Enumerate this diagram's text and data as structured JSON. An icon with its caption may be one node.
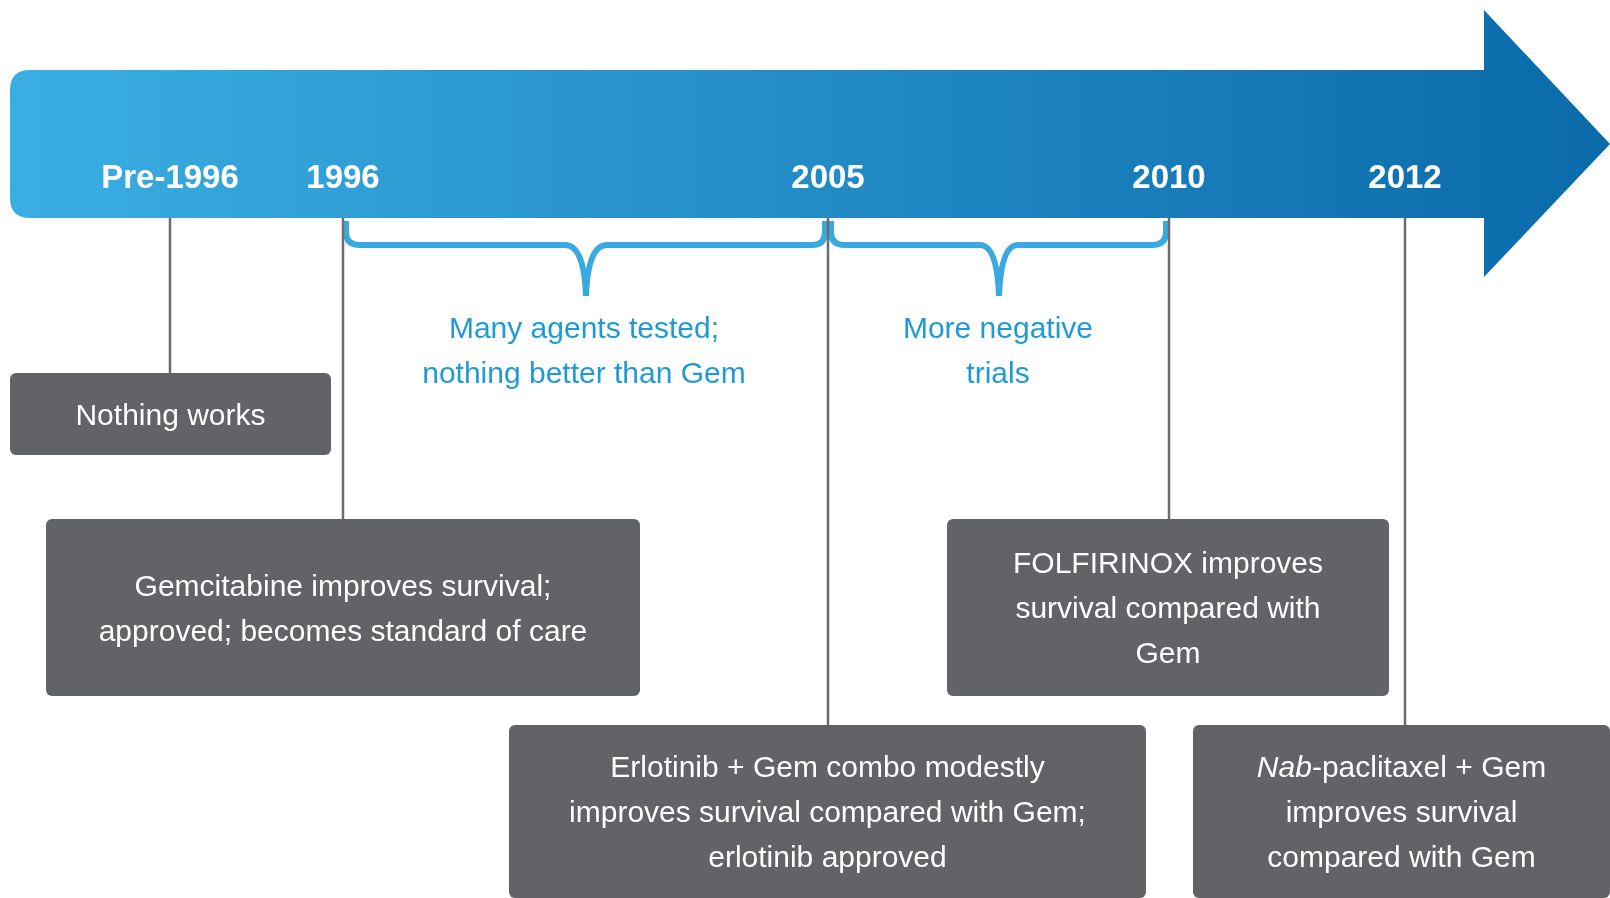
{
  "diagram": {
    "nodes": [
      {
        "text": [
          "Pre-1996"
        ]
      },
      {
        "text": [
          "1996"
        ]
      },
      {
        "text": [
          "2005"
        ]
      },
      {
        "text": [
          "2010"
        ]
      },
      {
        "text": [
          "2012"
        ]
      },
      {
        "text": [
          "Nothing works"
        ]
      },
      {
        "text": [
          "Gemcitabine improves survival; approved; becomes standard of care"
        ]
      },
      {
        "text": [
          "FOLFIRINOX improves survival compared with Gem"
        ]
      },
      {
        "text": [
          "Erlotinib + Gem combo modestly improves survival compared with Gem; erlotinib approved"
        ]
      },
      {
        "text": [
          "*Nab*-paclitaxel + Gem improves survival compared with Gem"
        ]
      }
    ],
    "edges": [
      {
        "from": 0,
        "to": 5,
        "arrow": "none"
      },
      {
        "from": 1,
        "to": 6,
        "arrow": "none"
      },
      {
        "from": 2,
        "to": 8,
        "arrow": "none"
      },
      {
        "from": 3,
        "to": 7,
        "arrow": "none"
      },
      {
        "from": 4,
        "to": 9,
        "arrow": "none"
      }
    ],
    "labels": [
      "Many agents tested; nothing better than Gem",
      "More negative trials"
    ]
  }
}
